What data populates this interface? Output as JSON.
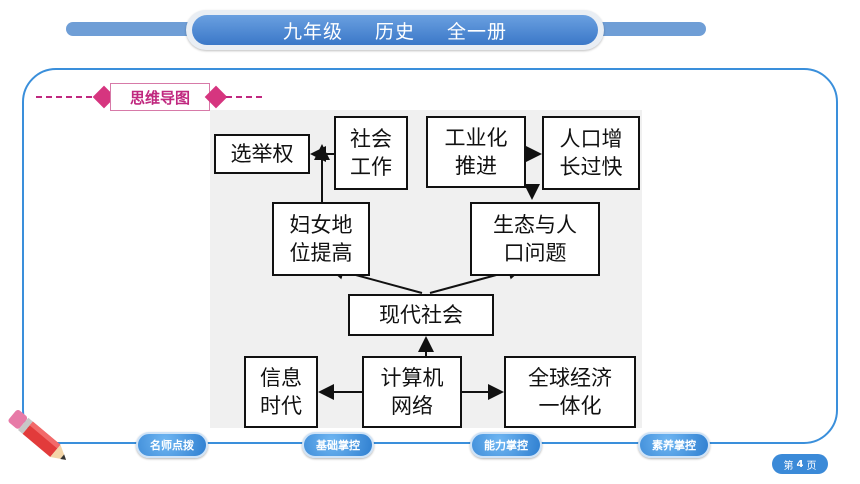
{
  "header": {
    "grade": "九年级",
    "subject": "历史",
    "volume": "全一册"
  },
  "section_tag": "思维导图",
  "diagram": {
    "nodes": {
      "xuanjuquan": "选举权",
      "shehui_gongzuo": "社会\n工作",
      "gongyehua": "工业化\n推进",
      "renkou_zengzhang": "人口增\n长过快",
      "funv_diwei": "妇女地\n位提高",
      "shengtai": "生态与人\n口问题",
      "xiandai_shehui": "现代社会",
      "xinxi_shidai": "信息\n时代",
      "jisuanji": "计算机\n网络",
      "quanqiu_jingji": "全球经济\n一体化"
    }
  },
  "buttons": {
    "mingshi": "名师点拨",
    "jichu": "基础掌控",
    "nengli": "能力掌控",
    "suyang": "素养掌控"
  },
  "page": {
    "prefix": "第",
    "number": "4",
    "suffix": "页"
  }
}
